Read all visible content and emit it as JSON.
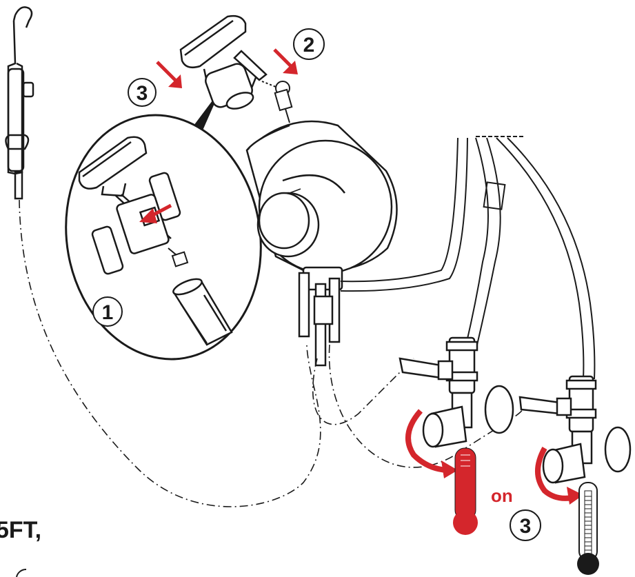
{
  "steps": {
    "step_1": "1",
    "step_2": "2",
    "step_3_top": "3",
    "step_3_bottom": "3"
  },
  "labels": {
    "on": "on",
    "cut_off_text": "5FT,"
  },
  "colors": {
    "accent_red": "#d4262c",
    "line": "#1a1a1a",
    "background": "#ffffff"
  },
  "icons": {
    "hand_shower": "hand-shower-icon",
    "thermostat": "thermostat-mixer-icon",
    "hot_thermometer": "hot-thermometer-icon",
    "cold_thermometer": "cold-thermometer-icon",
    "battery": "battery-icon",
    "valve": "angle-valve-icon"
  }
}
